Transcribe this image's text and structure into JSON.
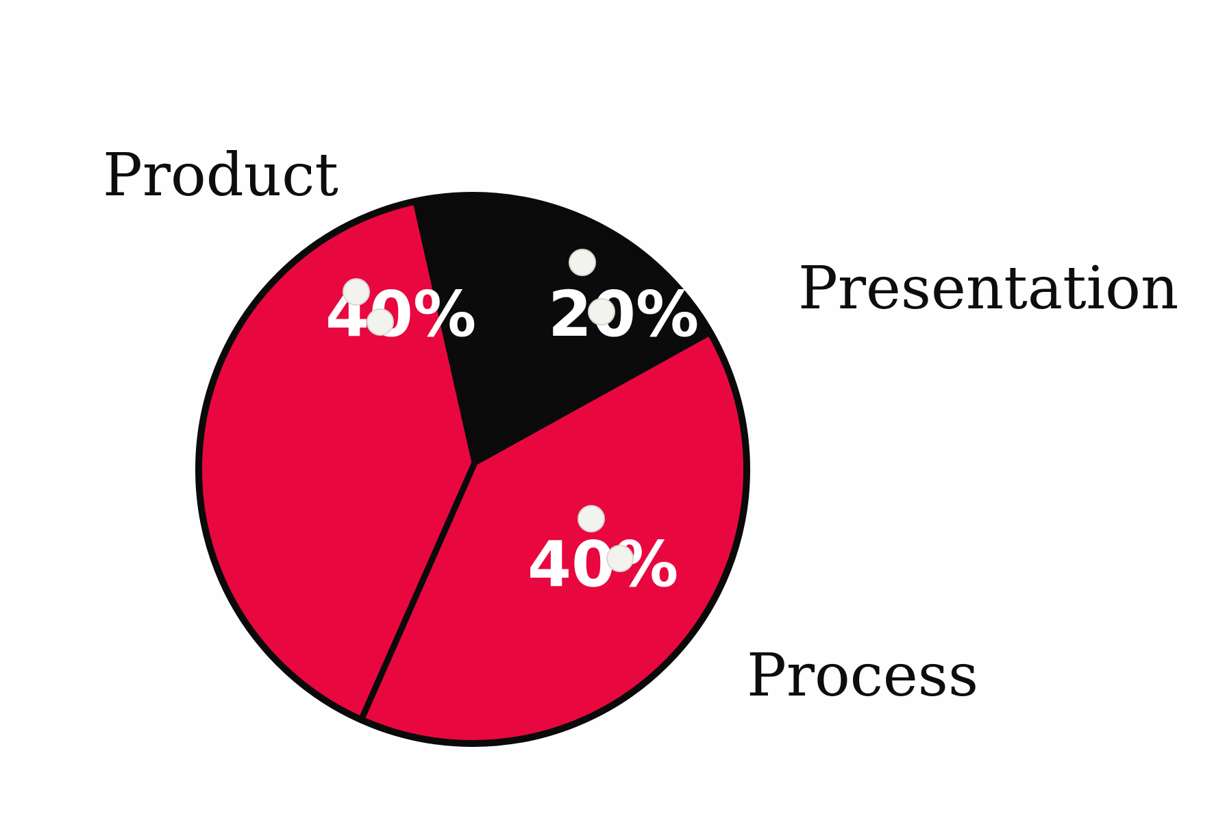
{
  "chart_data": {
    "type": "pie",
    "title": "",
    "slices": [
      {
        "name": "Product",
        "value": 40,
        "label": "40%",
        "color": "#e8083f"
      },
      {
        "name": "Presentation",
        "value": 20,
        "label": "20%",
        "color": "#0b0b0b"
      },
      {
        "name": "Process",
        "value": 40,
        "label": "40%",
        "color": "#e8083f"
      }
    ],
    "outline_color": "#0a0a0a",
    "label_color": "#ffffff",
    "style": "hand-drawn marker"
  }
}
